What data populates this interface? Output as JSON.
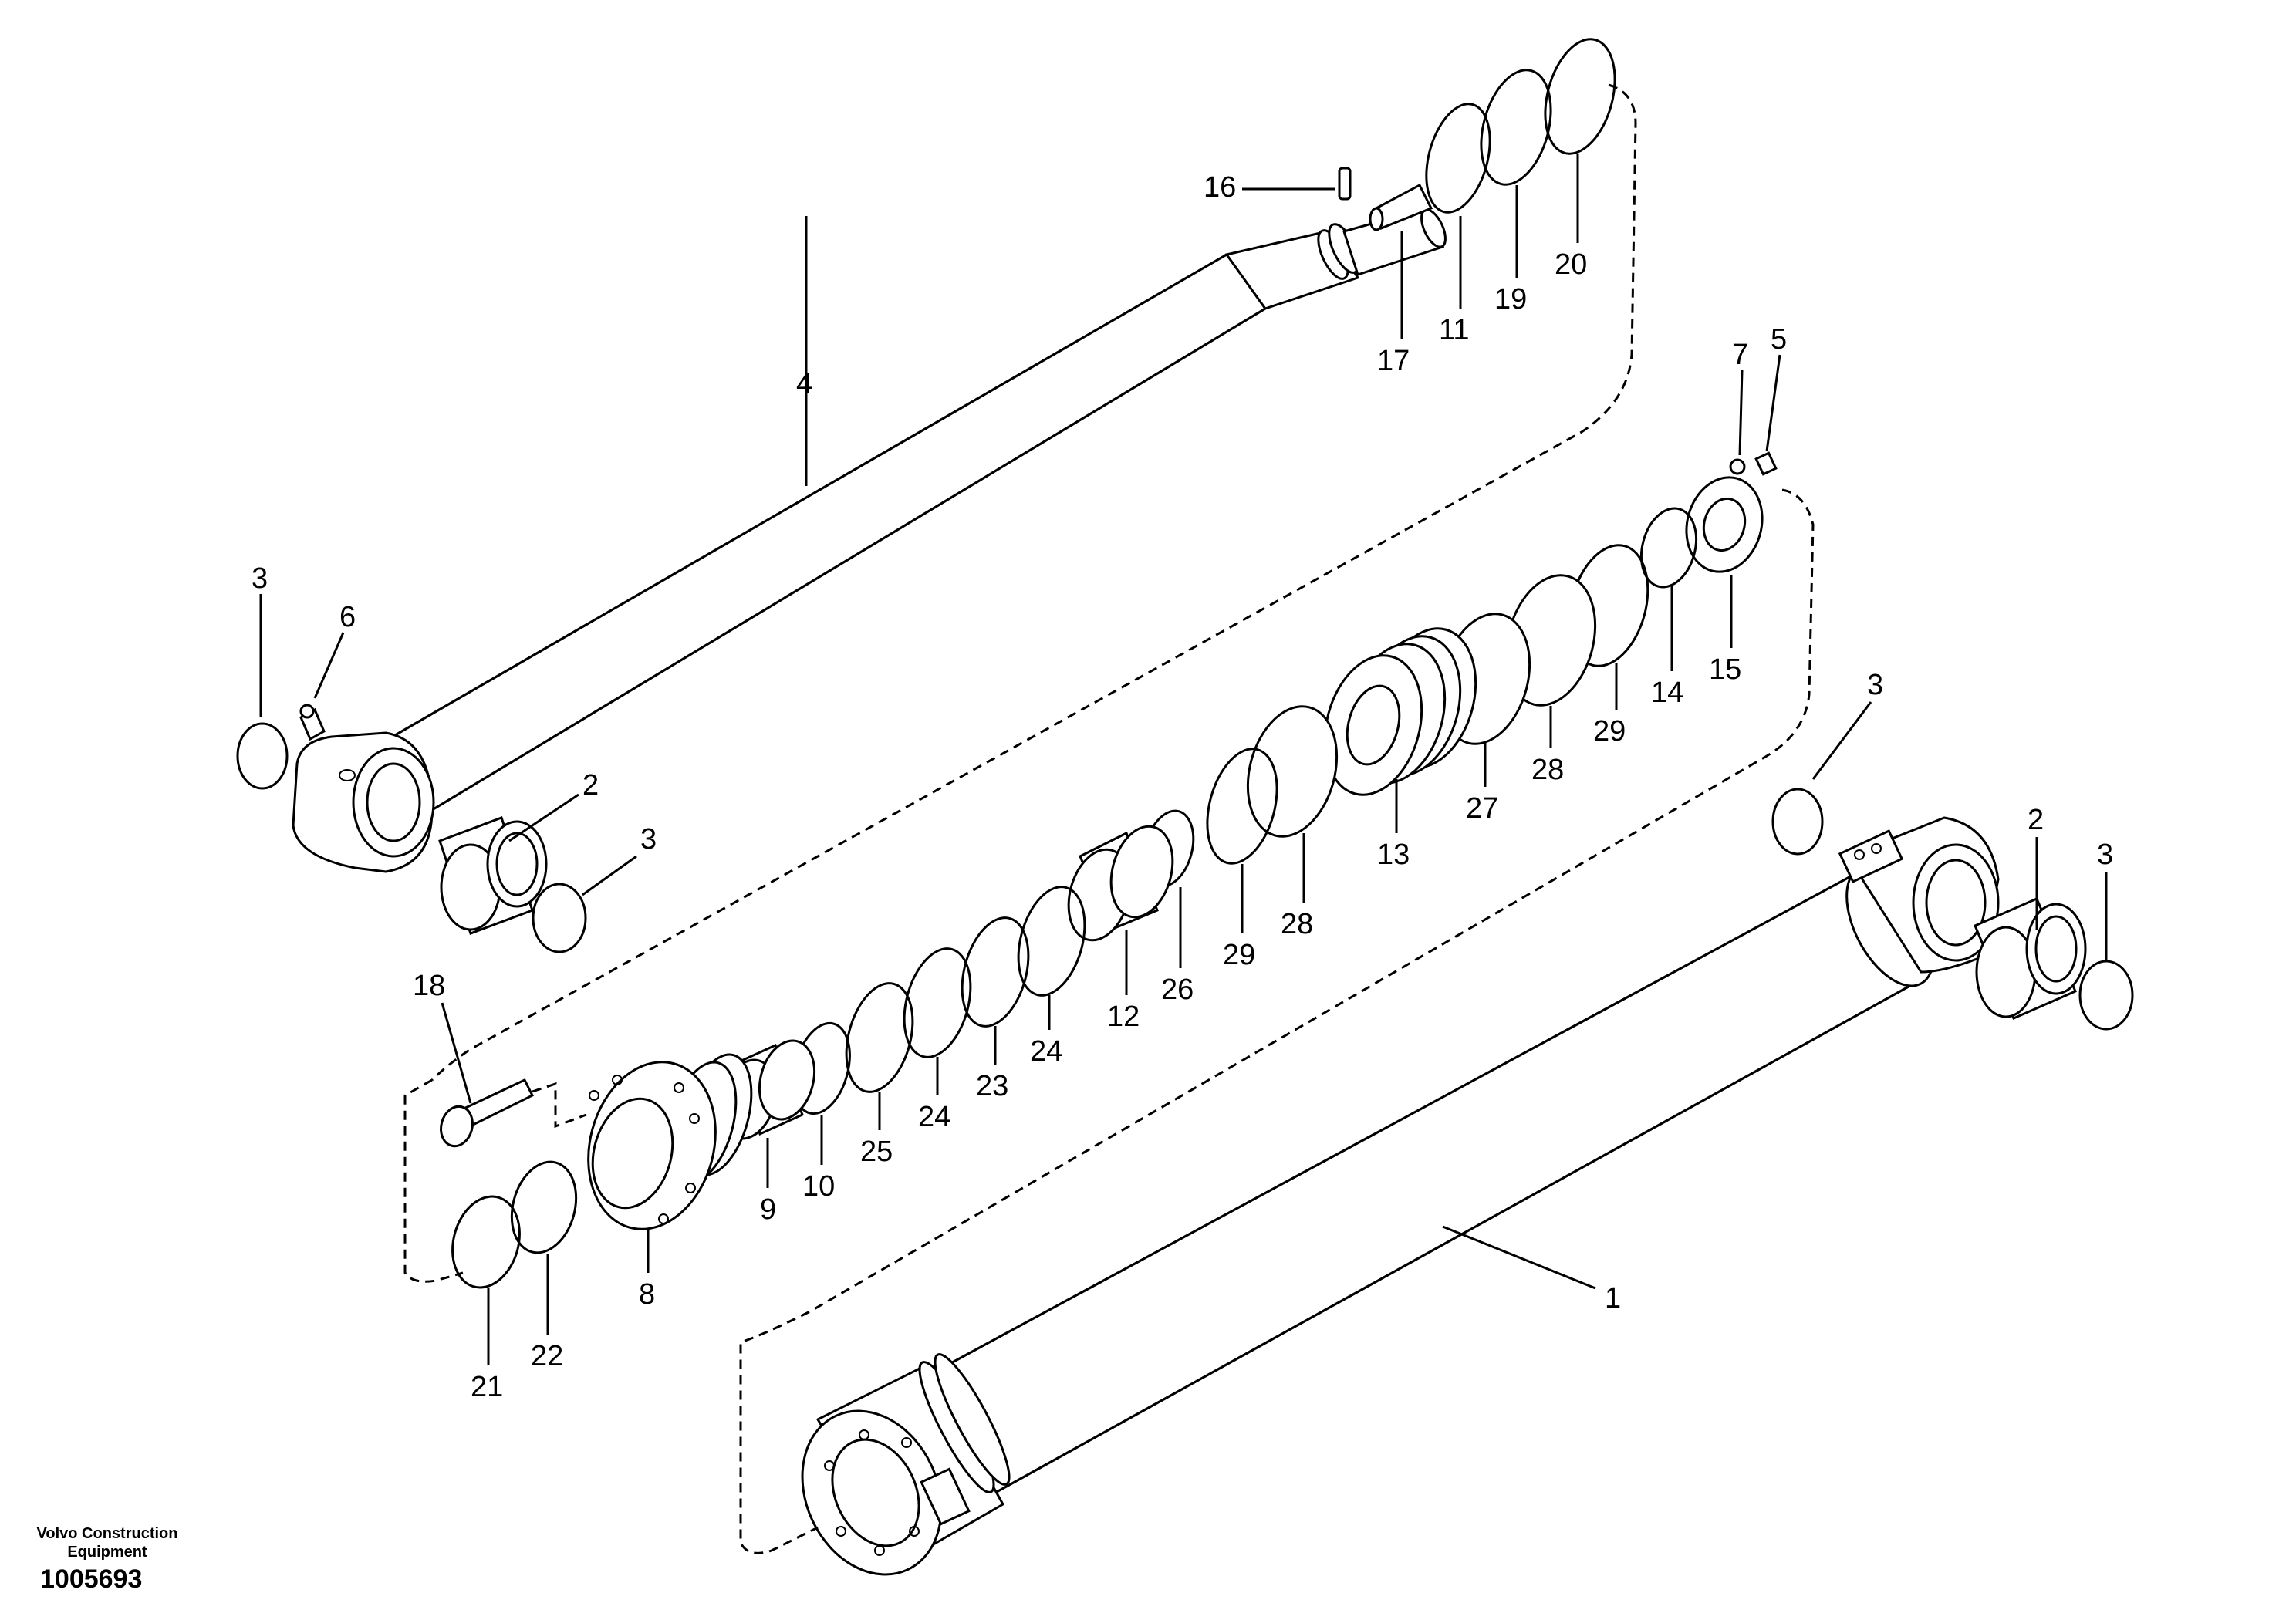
{
  "footer": {
    "company_line1": "Volvo Construction",
    "company_line2": "Equipment",
    "drawing_number": "1005693"
  },
  "callouts": {
    "c1": "1",
    "c2a": "2",
    "c2b": "2",
    "c3a": "3",
    "c3b": "3",
    "c3c": "3",
    "c3d": "3",
    "c4": "4",
    "c5": "5",
    "c6": "6",
    "c7": "7",
    "c8": "8",
    "c9": "9",
    "c10": "10",
    "c11": "11",
    "c12": "12",
    "c13": "13",
    "c14": "14",
    "c15": "15",
    "c16": "16",
    "c17": "17",
    "c18": "18",
    "c19": "19",
    "c20": "20",
    "c21": "21",
    "c22": "22",
    "c23": "23",
    "c24a": "24",
    "c24b": "24",
    "c25": "25",
    "c26": "26",
    "c27": "27",
    "c28a": "28",
    "c28b": "28",
    "c29a": "29",
    "c29b": "29"
  }
}
